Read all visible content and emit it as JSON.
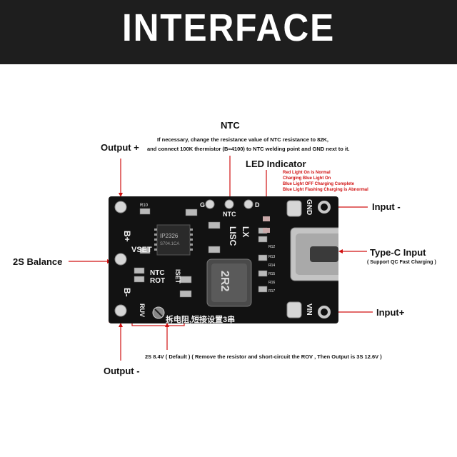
{
  "banner": {
    "title": "INTERFACE"
  },
  "labels": {
    "ntc": "NTC",
    "ntc_desc_1": "If necessary, change the resistance value of NTC resistance to 82K,",
    "ntc_desc_2": "and connect 100K thermistor (B=4100) to NTC welding point and GND next to it.",
    "output_plus": "Output +",
    "led_indicator": "LED Indicator",
    "led_states": [
      "Red Light On is Normal",
      "Charging Blue Light On",
      "Blue Light OFF Charging Complete",
      "Blue Light Flashing Charging is Abnormal"
    ],
    "input_minus": "Input -",
    "balance": "2S Balance",
    "type_c": "Type-C Input",
    "type_c_sub": "( Support QC Fast Charging )",
    "input_plus": "Input+",
    "default_note": "2S 8.4V ( Default )   ( Remove the resistor and short-circuit the ROV , Then Output is 3S 12.6V )",
    "output_minus": "Output -"
  },
  "board": {
    "silk_bplus": "B+",
    "silk_vset": "VSET",
    "silk_bminus": "B-",
    "silk_g": "G",
    "silk_ntc": "NTC",
    "silk_d": "D",
    "silk_lx": "LX",
    "silk_lisc": "LISC",
    "silk_gnd": "GND",
    "silk_vin": "VIN",
    "silk_ntc2": "NTC",
    "silk_rot": "ROT",
    "silk_iset": "ISET",
    "silk_ruv": "RUV",
    "silk_chinese": "拆电阻,短接设置3串",
    "ic_text": "IP2326",
    "ic_code": "S704.1CA",
    "inductor_text": "2R2",
    "r10": "R10",
    "r12": "R12",
    "r13": "R13",
    "r14": "R14",
    "r15": "R15",
    "r16": "R16",
    "r17": "R17"
  },
  "colors": {
    "annotation": "#d01010",
    "banner": "#1e1e1e",
    "pcb": "#121212"
  }
}
